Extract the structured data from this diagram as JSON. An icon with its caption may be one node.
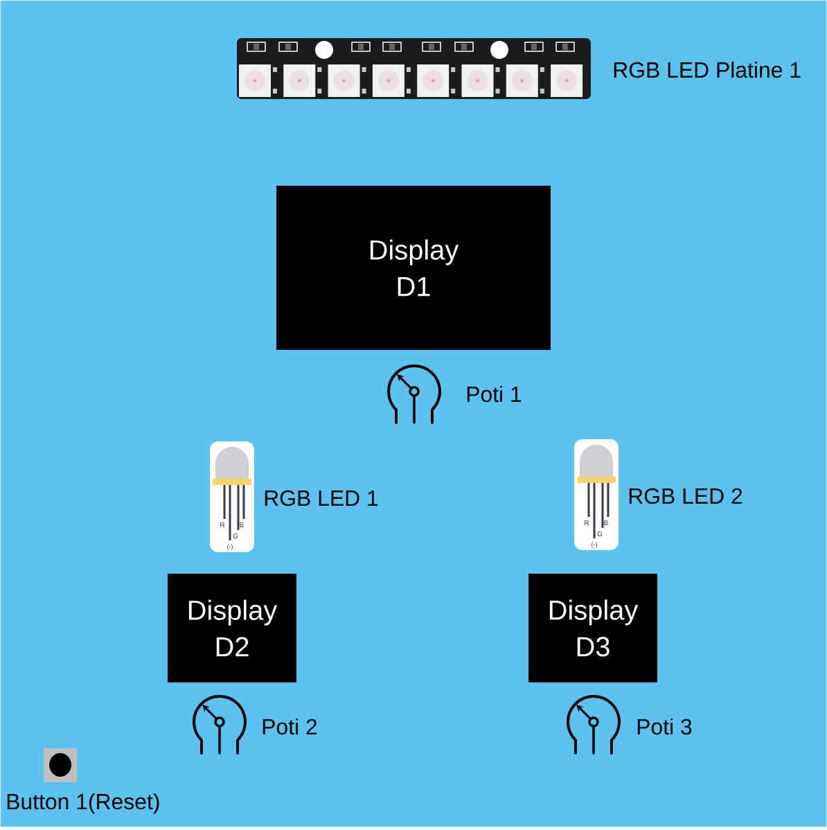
{
  "diagram": {
    "nodes": [
      {
        "text": [
          "Display D1"
        ]
      },
      {
        "text": [
          "Display D2"
        ]
      },
      {
        "text": [
          "Display D3"
        ]
      }
    ],
    "labels": [
      "RGB LED Platine 1",
      "Poti 1",
      "RGB LED 1",
      "R",
      "B",
      "G",
      "(-)",
      "RGB LED 2",
      "R",
      "B",
      "G",
      "(-)",
      "Poti 2",
      "Poti 3",
      "Button 1(Reset)"
    ]
  }
}
